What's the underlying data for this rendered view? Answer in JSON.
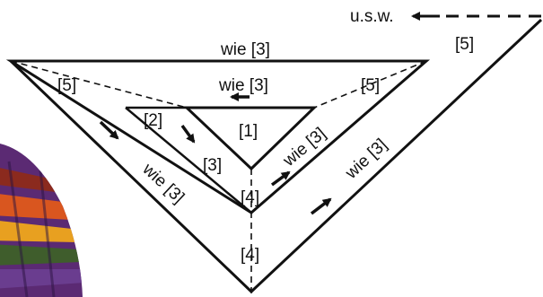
{
  "colors": {
    "ink": "#111111",
    "background": "#ffffff",
    "yarn_stripes": [
      "#5b2a73",
      "#8b2a1e",
      "#d9561f",
      "#e8a020",
      "#3f5d2c",
      "#6a3d8f"
    ]
  },
  "labels": {
    "usw": "u.s.w.",
    "step_5": "[5]",
    "step_5_left": "[5]",
    "step_5_right": "[5]",
    "step_2": "[2]",
    "step_1": "[1]",
    "step_3": "[3]",
    "step_4_upper": "[4]",
    "step_4_lower": "[4]",
    "wie_3_top": "wie [3]",
    "wie_3_mid_top": "wie [3]",
    "wie_3_left_diag": "wie [3]",
    "wie_3_inner_right_diag": "wie [3]",
    "wie_3_outer_right_diag": "wie [3]"
  },
  "icons": [
    "arrow-icon",
    "dashed-arrow-icon",
    "yarn-photo"
  ]
}
